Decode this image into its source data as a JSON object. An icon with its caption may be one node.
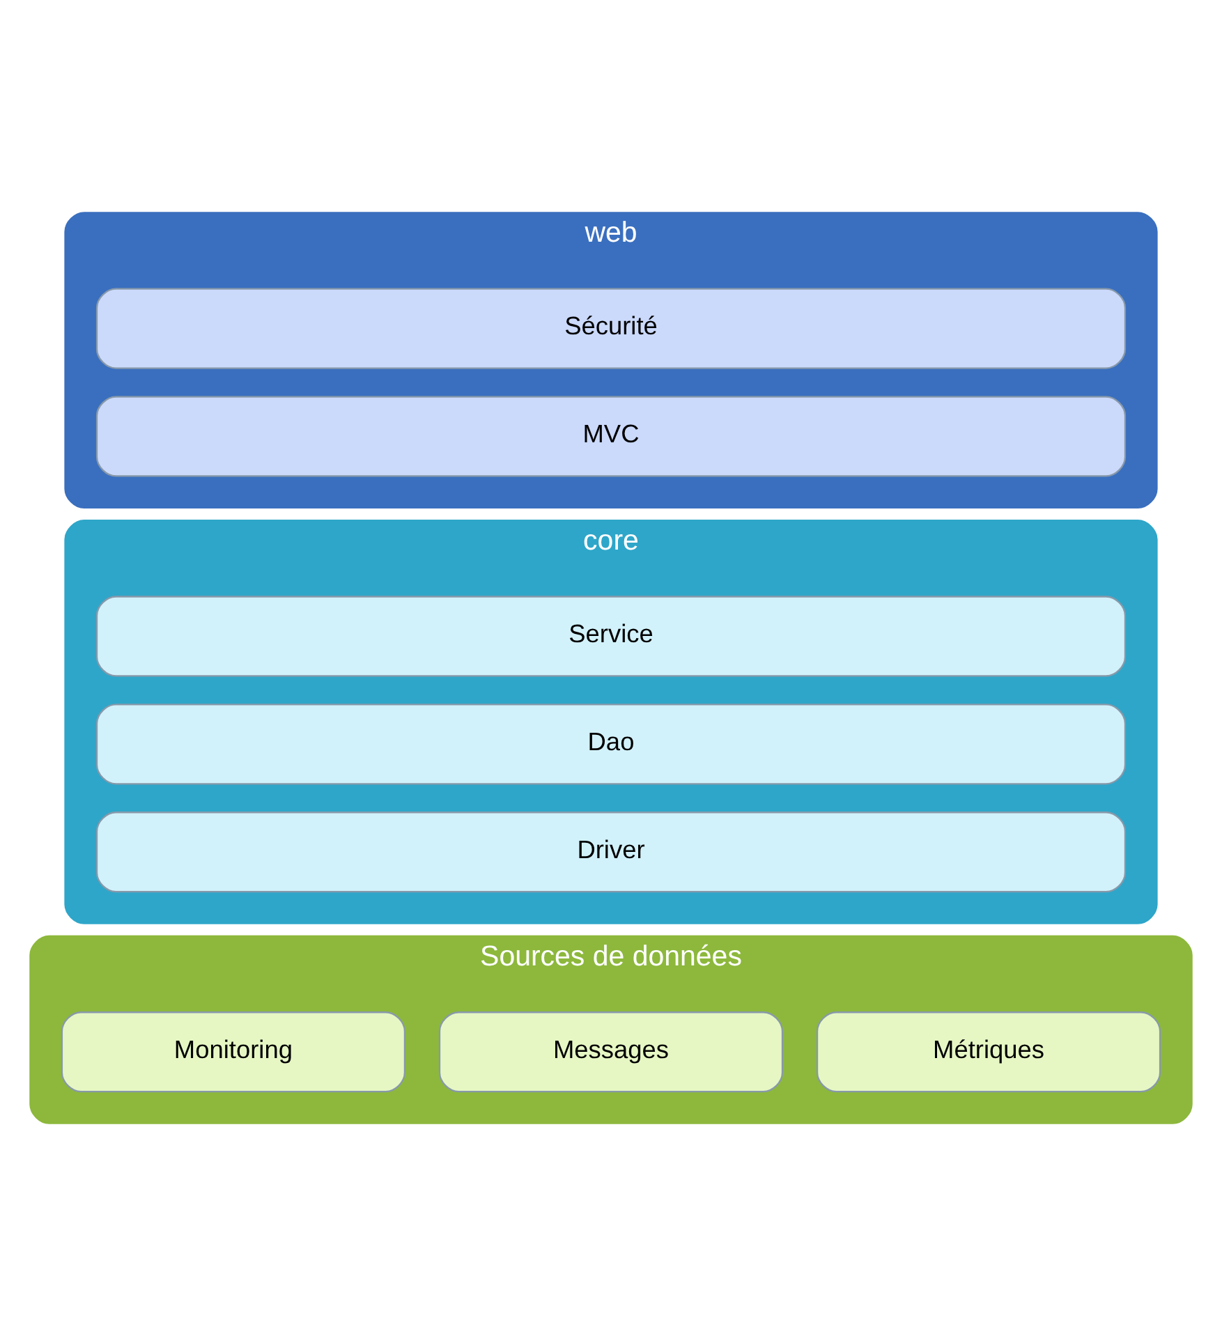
{
  "diagram": {
    "nodes": [
      {
        "text": [
          "web"
        ]
      },
      {
        "text": [
          "Sécurité"
        ],
        "in": 0
      },
      {
        "text": [
          "MVC"
        ],
        "in": 0
      },
      {
        "text": [
          "core"
        ]
      },
      {
        "text": [
          "Service"
        ],
        "in": 3
      },
      {
        "text": [
          "Dao"
        ],
        "in": 3
      },
      {
        "text": [
          "Driver"
        ],
        "in": 3
      },
      {
        "text": [
          "Sources de données"
        ]
      },
      {
        "text": [
          "Métriques"
        ],
        "in": 7
      },
      {
        "text": [
          "Messages"
        ],
        "in": 7
      },
      {
        "text": [
          "Monitoring"
        ],
        "in": 7
      }
    ]
  }
}
